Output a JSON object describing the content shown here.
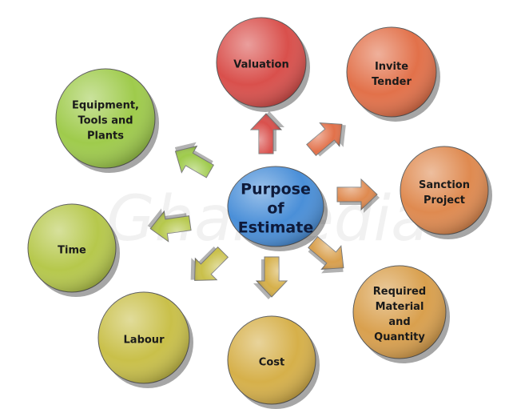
{
  "watermark": "GharPedia",
  "center": {
    "lines": [
      "Purpose",
      "of",
      "Estimate"
    ],
    "color": "#4a8fd8"
  },
  "nodes": [
    {
      "id": "valuation",
      "lines": [
        "Valuation"
      ],
      "color": "#d9504c"
    },
    {
      "id": "invite-tender",
      "lines": [
        "Invite",
        "Tender"
      ],
      "color": "#e2714a"
    },
    {
      "id": "sanction-project",
      "lines": [
        "Sanction",
        "Project"
      ],
      "color": "#df8a50"
    },
    {
      "id": "required-material-and-quantity",
      "lines": [
        "Required",
        "Material",
        "and",
        "Quantity"
      ],
      "color": "#d9a04e"
    },
    {
      "id": "cost",
      "lines": [
        "Cost"
      ],
      "color": "#d6b04a"
    },
    {
      "id": "labour",
      "lines": [
        "Labour"
      ],
      "color": "#c9c04a"
    },
    {
      "id": "time",
      "lines": [
        "Time"
      ],
      "color": "#b6c84c"
    },
    {
      "id": "equipment-tools-and-plants",
      "lines": [
        "Equipment,",
        "Tools and",
        "Plants"
      ],
      "color": "#9fcb4c"
    }
  ]
}
